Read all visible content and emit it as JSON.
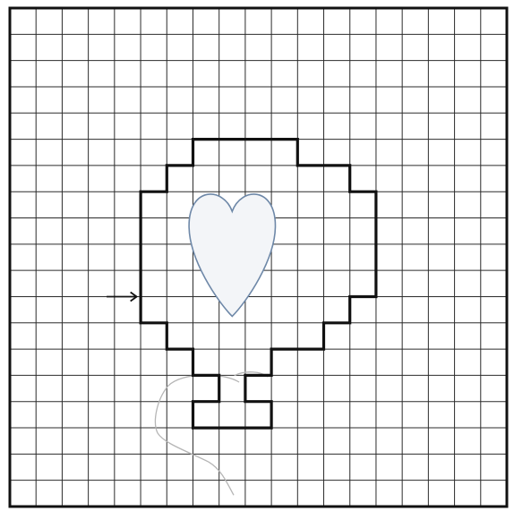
{
  "diagram": {
    "grid": {
      "columns": 19,
      "rows": 19,
      "line_color": "#2b2b2b",
      "border_color": "#111111"
    },
    "balloon": {
      "outline_color": "#111111",
      "outline_cells": [
        [
          7,
          5
        ],
        [
          11,
          5
        ],
        [
          11,
          6
        ],
        [
          13,
          6
        ],
        [
          13,
          7
        ],
        [
          14,
          7
        ],
        [
          14,
          11
        ],
        [
          13,
          11
        ],
        [
          13,
          12
        ],
        [
          12,
          12
        ],
        [
          12,
          13
        ],
        [
          10,
          13
        ],
        [
          10,
          14
        ],
        [
          9,
          14
        ],
        [
          9,
          15
        ],
        [
          10,
          15
        ],
        [
          10,
          16
        ],
        [
          7,
          16
        ],
        [
          7,
          15
        ],
        [
          8,
          15
        ],
        [
          8,
          14
        ],
        [
          7,
          14
        ],
        [
          7,
          13
        ],
        [
          6,
          13
        ],
        [
          6,
          12
        ],
        [
          5,
          12
        ],
        [
          5,
          11
        ],
        [
          5,
          11
        ],
        [
          5,
          7
        ],
        [
          6,
          7
        ],
        [
          6,
          6
        ],
        [
          7,
          6
        ],
        [
          7,
          5
        ]
      ]
    },
    "heart": {
      "fill_color": "#f3f5f8",
      "stroke_color": "#6e88a8"
    },
    "arrow": {
      "color": "#111111",
      "row": 11,
      "from_col": 3.7,
      "to_col": 4.85
    },
    "string": {
      "color": "#b5b5b5"
    }
  }
}
